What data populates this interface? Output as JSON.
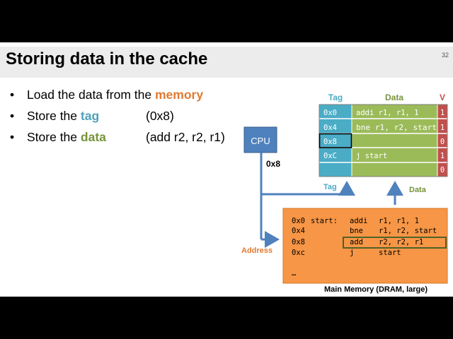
{
  "slide": {
    "title": "Storing data in the cache",
    "page_number": "32",
    "bullets": [
      {
        "pre": "Load the data from the ",
        "hl": "memory",
        "value": ""
      },
      {
        "pre": "Store the ",
        "hl": "tag",
        "value": "(0x8)"
      },
      {
        "pre": "Store the ",
        "hl": "data",
        "value": "(add r2, r2, r1)"
      }
    ]
  },
  "cache": {
    "headers": {
      "tag": "Tag",
      "data": "Data",
      "valid": "V"
    },
    "rows": [
      {
        "tag": "0x0",
        "data": "addi r1, r1, 1",
        "valid": "1"
      },
      {
        "tag": "0x4",
        "data": "bne r1, r2, start",
        "valid": "1"
      },
      {
        "tag": "0x8",
        "data": "",
        "valid": "0"
      },
      {
        "tag": "0xC",
        "data": "j start",
        "valid": "1"
      },
      {
        "tag": "",
        "data": "",
        "valid": "0"
      }
    ]
  },
  "cpu": {
    "label": "CPU",
    "address_value": "0x8"
  },
  "labels": {
    "tag_arrow": "Tag",
    "data_arrow": "Data",
    "address_arrow": "Address"
  },
  "memory": {
    "caption": "Main Memory (DRAM, large)",
    "lines": [
      {
        "addr": "0x0",
        "label": "start:",
        "op": "addi",
        "args": "r1, r1, 1"
      },
      {
        "addr": "0x4",
        "label": "",
        "op": "bne",
        "args": "r1, r2, start"
      },
      {
        "addr": "0x8",
        "label": "",
        "op": "add",
        "args": "r2, r2, r1"
      },
      {
        "addr": "0xc",
        "label": "",
        "op": "j",
        "args": "start"
      }
    ],
    "ellipsis": "…"
  },
  "colors": {
    "tag_cyan": "#4bacc6",
    "data_green": "#9bbb59",
    "valid_red": "#c0504d",
    "memory_orange": "#f79646",
    "cpu_blue": "#4f81bd",
    "arrow_blue": "#4f81bd"
  }
}
